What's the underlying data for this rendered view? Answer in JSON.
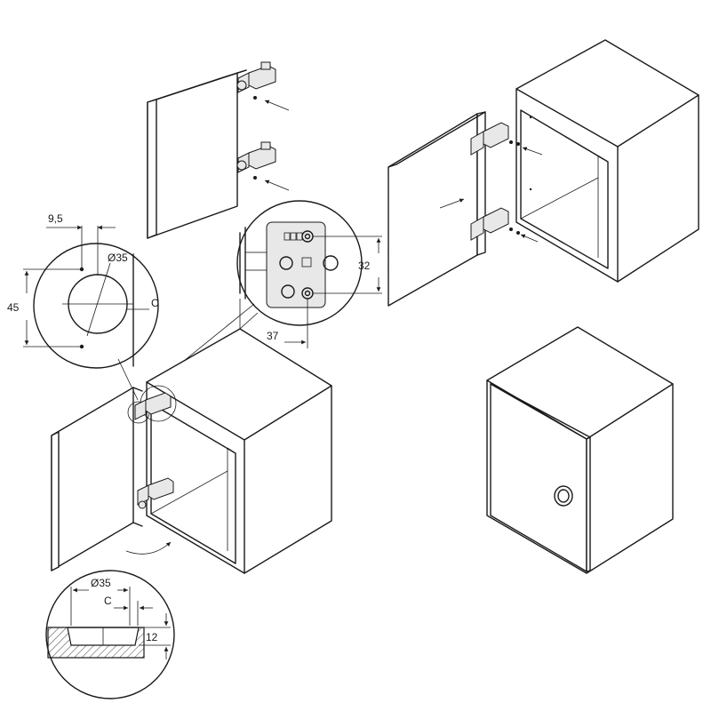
{
  "dimensions": {
    "offset_95": "9,5",
    "cup_diameter_top": "Ø35",
    "clearance_c_top": "C",
    "hole_spacing_45": "45",
    "plate_height_32": "32",
    "plate_offset_37": "37",
    "cup_diameter_bottom": "Ø35",
    "clearance_c_bottom": "C",
    "cup_depth_12": "12"
  }
}
